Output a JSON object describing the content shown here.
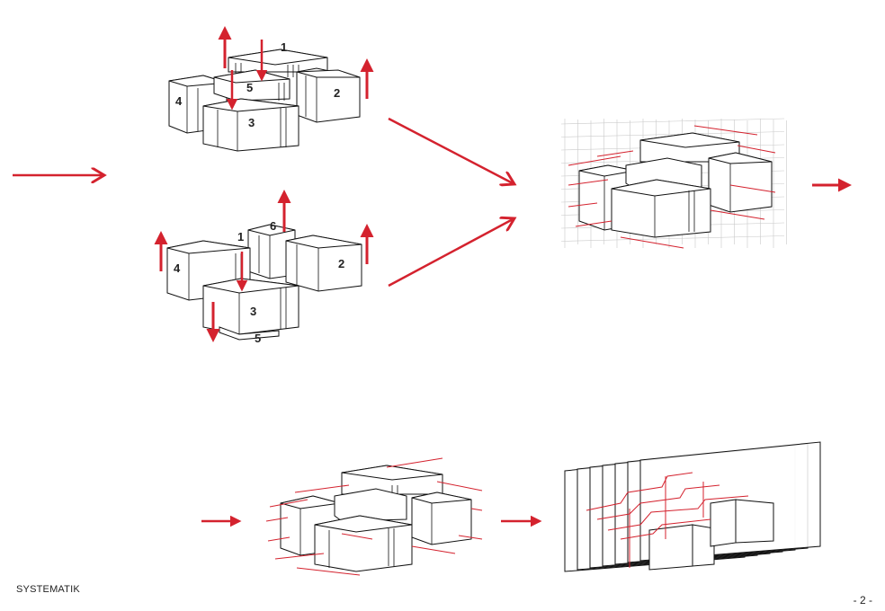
{
  "page": {
    "caption": "SYSTEMATIK",
    "page_number": "- 2 -"
  },
  "diagram": {
    "accent_color": "#d4222e",
    "line_color": "#111111",
    "grid_color": "#c9c9c9",
    "upper_assembly_labels": [
      "1",
      "2",
      "3",
      "4",
      "5"
    ],
    "lower_assembly_labels": [
      "1",
      "2",
      "3",
      "4",
      "5",
      "6"
    ]
  }
}
